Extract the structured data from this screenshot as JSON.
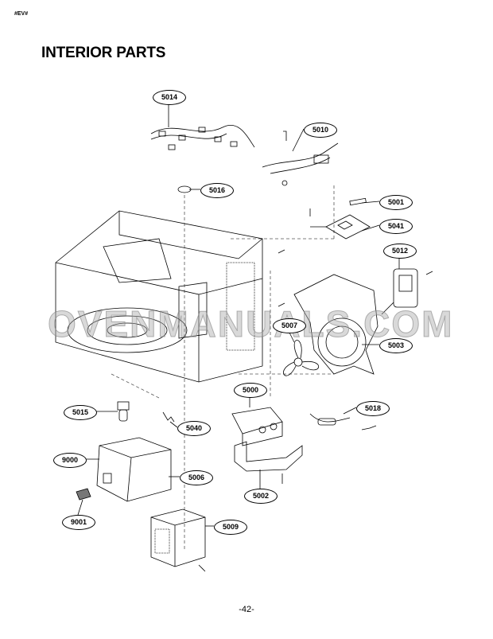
{
  "header": {
    "code": "#EV#",
    "title": "INTERIOR PARTS"
  },
  "watermark": "OVENMANUALS.COM",
  "parts": [
    {
      "id": "5014"
    },
    {
      "id": "5010"
    },
    {
      "id": "5016"
    },
    {
      "id": "5001"
    },
    {
      "id": "5041"
    },
    {
      "id": "5012"
    },
    {
      "id": "5007"
    },
    {
      "id": "5003"
    },
    {
      "id": "5000"
    },
    {
      "id": "5015"
    },
    {
      "id": "5018"
    },
    {
      "id": "5040"
    },
    {
      "id": "9000"
    },
    {
      "id": "5006"
    },
    {
      "id": "5002"
    },
    {
      "id": "9001"
    },
    {
      "id": "5009"
    }
  ],
  "footer": {
    "page": "-42-"
  }
}
